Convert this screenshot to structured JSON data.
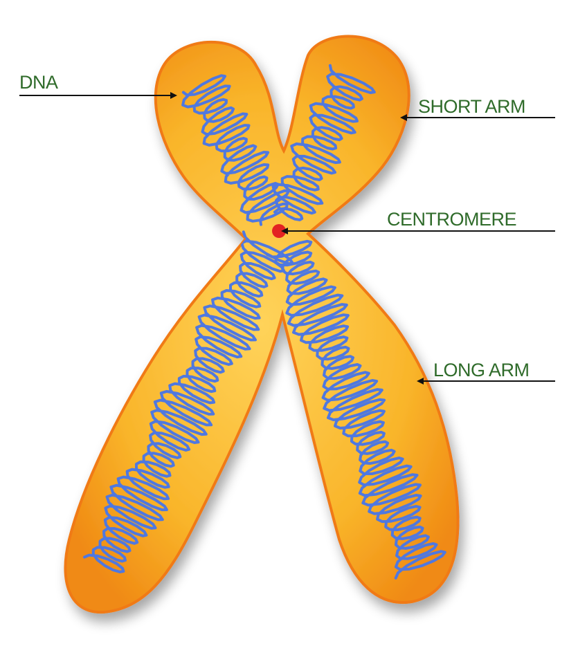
{
  "labels": {
    "dna": "DNA",
    "short_arm": "SHORT ARM",
    "centromere": "CENTROMERE",
    "long_arm": "LONG ARM"
  },
  "colors": {
    "label_text": "#2f6b2a",
    "leader_line": "#111111",
    "chromatid_fill": "#f7a81c",
    "chromatid_light": "#fdd45c",
    "chromatid_edge": "#f07a12",
    "dna_strand": "#4f78e0",
    "centromere": "#e32222"
  }
}
